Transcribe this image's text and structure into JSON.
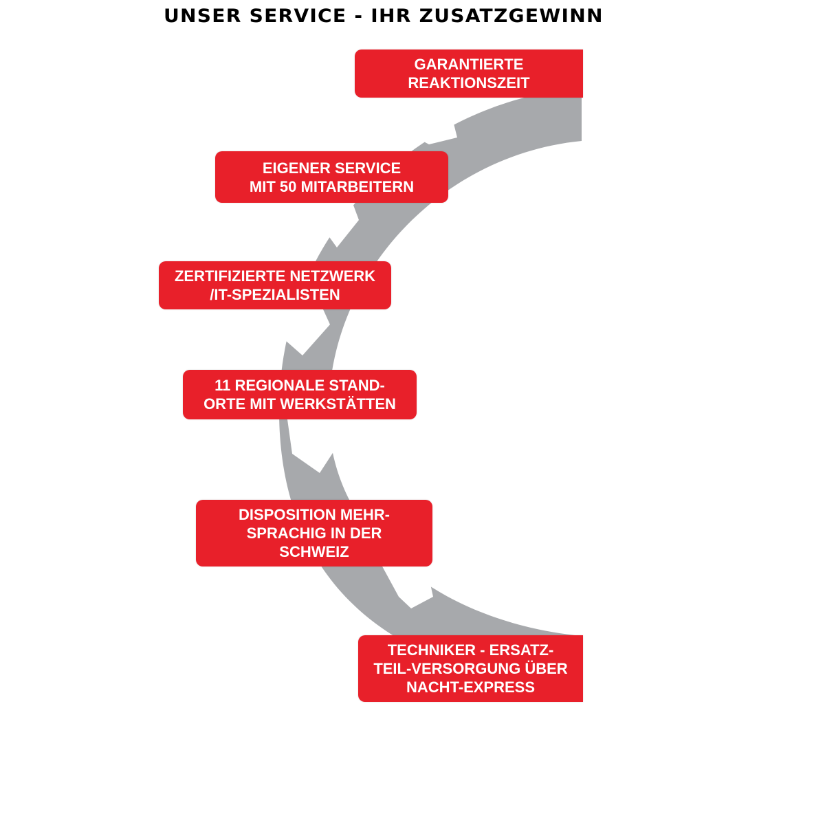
{
  "title": "UNSER SERVICE - IHR ZUSATZGEWINN",
  "colors": {
    "box_fill": "#e8202a",
    "box_text": "#ffffff",
    "arc": "#a7a9ac",
    "title": "#000000"
  },
  "steps": [
    {
      "lines": [
        "GARANTIERTE",
        "REAKTIONSZEIT"
      ]
    },
    {
      "lines": [
        "EIGENER SERVICE",
        "MIT 50 MITARBEITERN"
      ]
    },
    {
      "lines": [
        "ZERTIFIZIERTE NETZWERK",
        "/IT-SPEZIALISTEN"
      ]
    },
    {
      "lines": [
        "11 REGIONALE STAND-",
        "ORTE MIT WERKSTÄTTEN"
      ]
    },
    {
      "lines": [
        "DISPOSITION MEHR-",
        "SPRACHIG IN DER",
        "SCHWEIZ"
      ]
    },
    {
      "lines": [
        "TECHNIKER - ERSATZ-",
        "TEIL-VERSORGUNG ÜBER",
        "NACHT-EXPRESS"
      ]
    }
  ]
}
